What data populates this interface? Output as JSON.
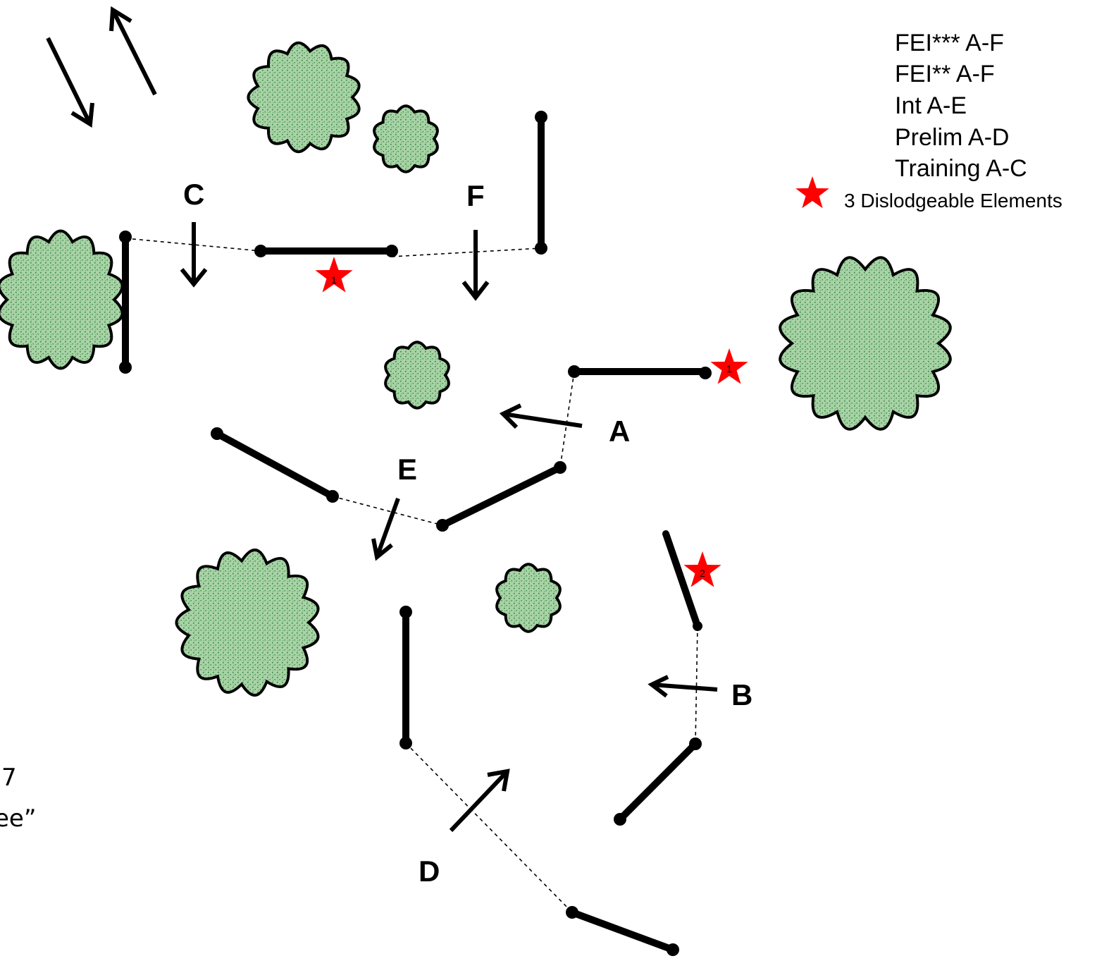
{
  "legend": {
    "lines": [
      "FEI***  A-F",
      "FEI** A-F",
      "Int  A-E",
      "Prelim A-D",
      "Training A-C"
    ],
    "star_note": "3 Dislodgeable Elements"
  },
  "edge_text": [
    "7",
    "ee”"
  ],
  "elements": [
    {
      "id": "A",
      "label": "A",
      "star": "1"
    },
    {
      "id": "B",
      "label": "B",
      "star": "2"
    },
    {
      "id": "C",
      "label": "C",
      "star": "1"
    },
    {
      "id": "D",
      "label": "D"
    },
    {
      "id": "E",
      "label": "E"
    },
    {
      "id": "F",
      "label": "F"
    }
  ],
  "colors": {
    "tree_fill": "#a8d3a6",
    "tree_dots": "#2e7d3a",
    "star": "#ff0000",
    "rail": "#000000"
  }
}
